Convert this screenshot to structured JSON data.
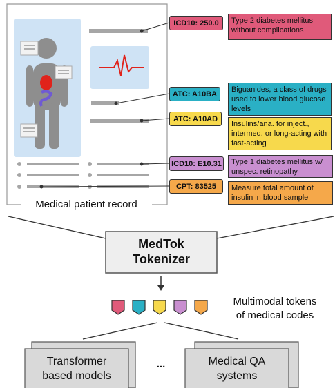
{
  "record_caption": "Medical patient record",
  "codes": [
    {
      "tag": "ICD10: 250.0",
      "desc": "Type 2 diabetes mellitus without complications",
      "color": "#e05a7a",
      "desc_color": "#e05a7a"
    },
    {
      "tag": "ATC: A10BA",
      "desc": "Biguanides, a class of drugs used to lower blood glucose levels",
      "color": "#2ab0c5",
      "desc_color": "#2ab0c5"
    },
    {
      "tag": "ATC: A10AD",
      "desc": "Insulins/ana. for inject., intermed. or long-acting with fast-acting",
      "color": "#f7d94c",
      "desc_color": "#f7d94c"
    },
    {
      "tag": "ICD10: E10.31",
      "desc": "Type 1 diabetes mellitus w/ unspec. retinopathy",
      "color": "#c98fd0",
      "desc_color": "#c98fd0"
    },
    {
      "tag": "CPT: 83525",
      "desc": "Measure total amount of insulin in blood sample",
      "color": "#f5a84a",
      "desc_color": "#f5a84a"
    }
  ],
  "tokenizer": {
    "line1": "MedTok",
    "line2": "Tokenizer"
  },
  "tokens_caption": {
    "line1": "Multimodal tokens",
    "line2": "of medical codes"
  },
  "models": {
    "left": {
      "line1": "Transformer",
      "line2": "based models"
    },
    "ellipsis": "...",
    "right": {
      "line1": "Medical QA",
      "line2": "systems"
    }
  }
}
